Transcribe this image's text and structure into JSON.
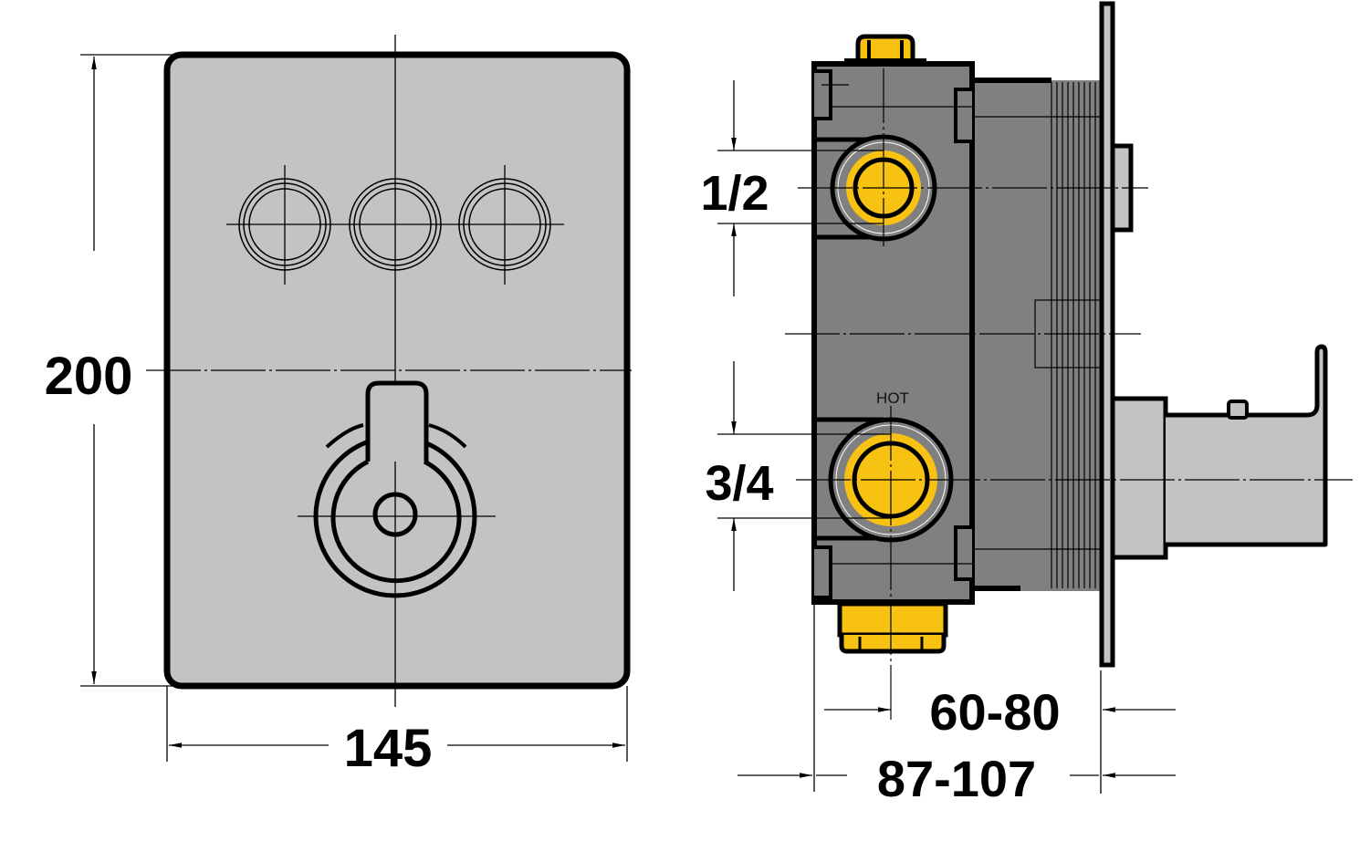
{
  "drawing": {
    "type": "technical-dimension-drawing",
    "subject": "Concealed thermostatic shower valve with 3 push buttons and lever",
    "colors": {
      "background": "#ffffff",
      "plate_fill": "#c3c3c3",
      "body_fill": "#808080",
      "brass_fill": "#f7c211",
      "line": "#000000"
    }
  },
  "front_view": {
    "name": "front plate",
    "width_label": "145",
    "height_label": "200",
    "buttons_count": 3
  },
  "side_view": {
    "connection_top_label": "1/2",
    "connection_bottom_label": "3/4",
    "hot_label": "HOT",
    "depth_inner_label": "60-80",
    "depth_outer_label": "87-107"
  }
}
